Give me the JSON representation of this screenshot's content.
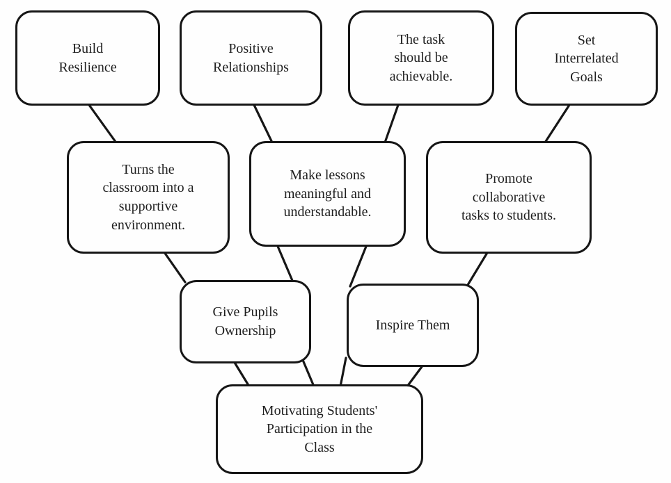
{
  "diagram": {
    "title": "Motivating Students' Participation in the Class mind map",
    "stroke_color": "#161616",
    "background_color": "#fefefe",
    "nodes": [
      {
        "id": "build-resilience",
        "label": "Build\nResilience"
      },
      {
        "id": "positive-relationships",
        "label": "Positive\nRelationships"
      },
      {
        "id": "task-achievable",
        "label": "The task\nshould be\nachievable."
      },
      {
        "id": "set-interrelated-goals",
        "label": "Set\nInterrelated\nGoals"
      },
      {
        "id": "supportive-environment",
        "label": "Turns the\nclassroom into a\nsupportive\nenvironment."
      },
      {
        "id": "meaningful-lessons",
        "label": "Make lessons\nmeaningful and\nunderstandable."
      },
      {
        "id": "collaborative-tasks",
        "label": "Promote\ncollaborative\ntasks to students."
      },
      {
        "id": "give-pupils-ownership",
        "label": "Give Pupils\nOwnership"
      },
      {
        "id": "inspire-them",
        "label": "Inspire Them"
      },
      {
        "id": "motivating-participation",
        "label": "Motivating Students'\nParticipation in the\nClass"
      }
    ],
    "edges": [
      {
        "from": "build-resilience",
        "to": "supportive-environment"
      },
      {
        "from": "positive-relationships",
        "to": "meaningful-lessons"
      },
      {
        "from": "task-achievable",
        "to": "meaningful-lessons"
      },
      {
        "from": "set-interrelated-goals",
        "to": "collaborative-tasks"
      },
      {
        "from": "supportive-environment",
        "to": "give-pupils-ownership"
      },
      {
        "from": "meaningful-lessons",
        "to": "give-pupils-ownership"
      },
      {
        "from": "meaningful-lessons",
        "to": "inspire-them"
      },
      {
        "from": "collaborative-tasks",
        "to": "inspire-them"
      },
      {
        "from": "give-pupils-ownership",
        "to": "motivating-participation"
      },
      {
        "from": "give-pupils-ownership",
        "to": "motivating-participation"
      },
      {
        "from": "inspire-them",
        "to": "motivating-participation"
      },
      {
        "from": "inspire-them",
        "to": "motivating-participation"
      }
    ]
  }
}
